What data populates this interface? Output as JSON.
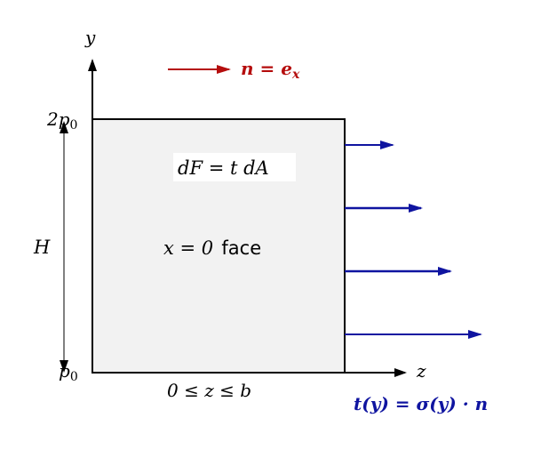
{
  "axes": {
    "y_label": "y",
    "z_label": "z"
  },
  "annotations": {
    "normal": "n = e",
    "normal_sub": "x",
    "force": "dF = t dA",
    "face_math": "x = 0",
    "face_word": "face",
    "range": "0 ≤ z ≤ b",
    "traction": "t(y) = σ(y) · n",
    "height": "H",
    "top_pressure": "2p",
    "top_pressure_sub": "0",
    "bottom_pressure": "p",
    "bottom_pressure_sub": "0"
  },
  "colors": {
    "face_fill": "#f2f2f2",
    "normal_arrow": "#b50d0d",
    "traction_arrow": "#0f14a0",
    "axis": "#000000"
  }
}
